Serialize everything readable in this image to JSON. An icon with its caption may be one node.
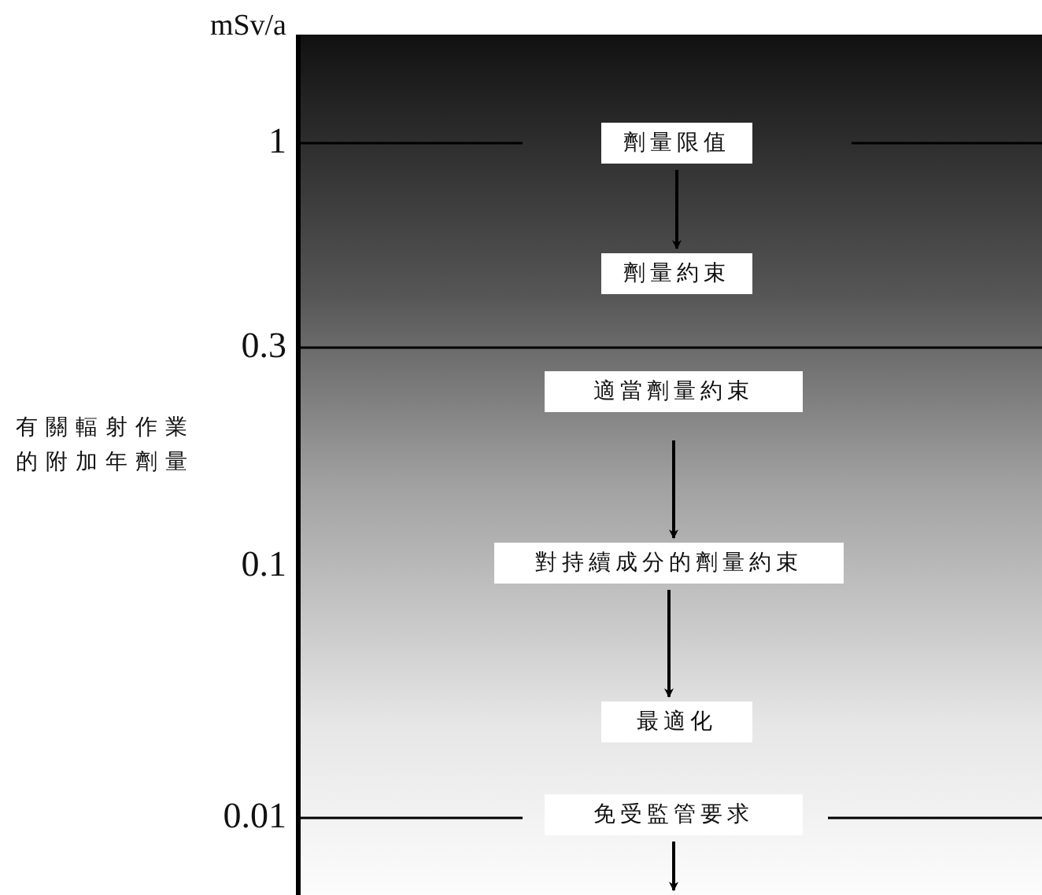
{
  "diagram": {
    "nodes": [
      {
        "text": [
          "劑量限值"
        ]
      },
      {
        "text": [
          "劑量約束"
        ]
      },
      {
        "text": [
          "適當劑量約束"
        ]
      },
      {
        "text": [
          "對持續成分的劑量約束"
        ]
      },
      {
        "text": [
          "最適化"
        ]
      },
      {
        "text": [
          "免受監管要求"
        ]
      }
    ],
    "edges": [
      {
        "from": 0,
        "to": 1,
        "arrow": "to"
      },
      {
        "from": 2,
        "to": 3,
        "arrow": "to"
      },
      {
        "from": 3,
        "to": 4,
        "arrow": "to"
      },
      {
        "from": 5,
        "to": null,
        "arrow": "to"
      }
    ],
    "labels": [
      "mSv/a",
      "1",
      "0.3",
      "有關輻射作業的附加年劑量",
      "0.1",
      "0.01"
    ]
  }
}
